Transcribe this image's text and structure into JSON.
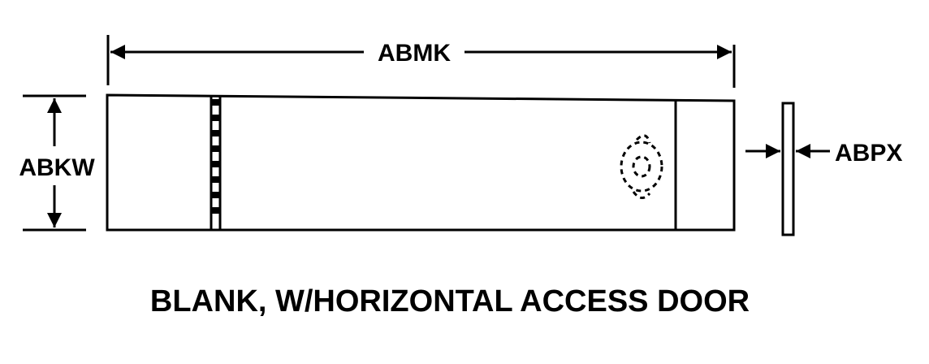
{
  "dimensions": {
    "length_label": "ABMK",
    "width_label": "ABKW",
    "thickness_label": "ABPX"
  },
  "caption": "BLANK, W/HORIZONTAL ACCESS DOOR",
  "colors": {
    "ink": "#000000",
    "background": "#ffffff"
  }
}
